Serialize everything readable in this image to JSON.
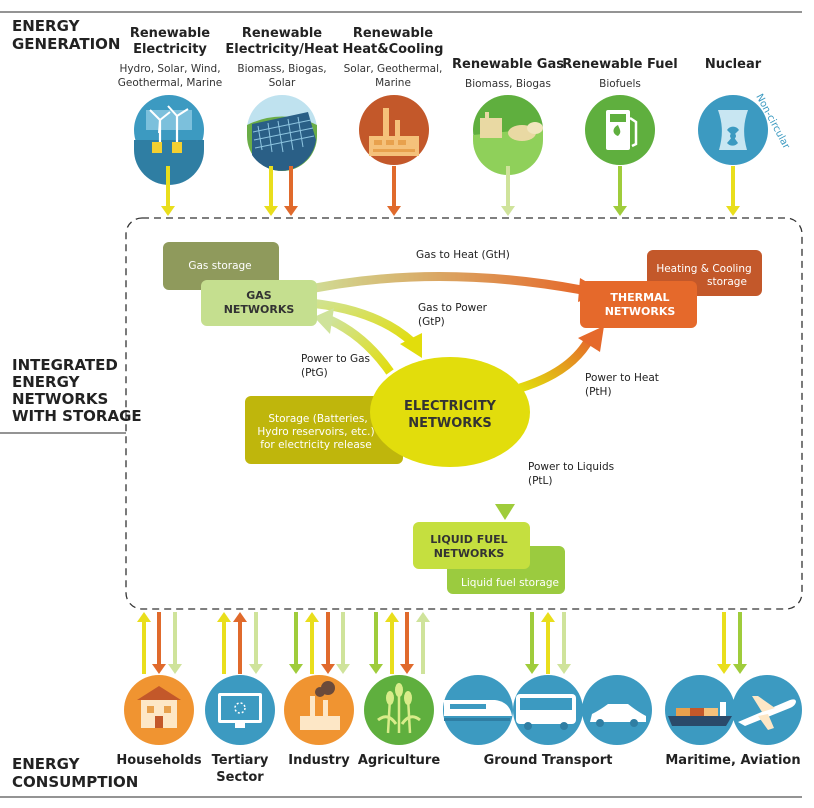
{
  "sections": {
    "generation": [
      "ENERGY",
      "GENERATION"
    ],
    "integrated": [
      "INTEGRATED",
      "ENERGY",
      "NETWORKS",
      "WITH STORAGE"
    ],
    "consumption": [
      "ENERGY",
      "CONSUMPTION"
    ]
  },
  "generation_sources": [
    {
      "title": [
        "Renewable",
        "Electricity"
      ],
      "sub": [
        "Hydro, Solar, Wind,",
        "Geothermal, Marine"
      ]
    },
    {
      "title": [
        "Renewable",
        "Electricity/Heat"
      ],
      "sub": [
        "Biomass, Biogas,",
        "Solar"
      ]
    },
    {
      "title": [
        "Renewable",
        "Heat&Cooling"
      ],
      "sub": [
        "Solar, Geothermal,",
        "Marine"
      ]
    },
    {
      "title": [
        "Renewable Gas"
      ],
      "sub": [
        "Biomass, Biogas"
      ]
    },
    {
      "title": [
        "Renewable Fuel"
      ],
      "sub": [
        "Biofuels"
      ]
    },
    {
      "title": [
        "Nuclear"
      ],
      "sub": [],
      "badge": "Non-circular"
    }
  ],
  "storage": {
    "gas": "Gas storage",
    "heating": [
      "Heating & Cooling",
      "storage"
    ],
    "electricity": [
      "Storage (Batteries,",
      "Hydro reservoirs, etc.)",
      "for electricity release"
    ],
    "liquid": "Liquid fuel storage"
  },
  "networks": {
    "gas": [
      "GAS",
      "NETWORKS"
    ],
    "thermal": [
      "THERMAL",
      "NETWORKS"
    ],
    "electricity": [
      "ELECTRICITY",
      "NETWORKS"
    ],
    "liquid": [
      "LIQUID FUEL",
      "NETWORKS"
    ]
  },
  "conversions": {
    "gth": [
      "Gas to Heat (GtH)"
    ],
    "gtp": [
      "Gas to Power",
      "(GtP)"
    ],
    "ptg": [
      "Power to Gas",
      "(PtG)"
    ],
    "pth": [
      "Power to Heat",
      "(PtH)"
    ],
    "ptl": [
      "Power to Liquids",
      "(PtL)"
    ]
  },
  "consumption_sectors": [
    {
      "label": [
        "Households"
      ]
    },
    {
      "label": [
        "Tertiary",
        "Sector"
      ]
    },
    {
      "label": [
        "Industry"
      ]
    },
    {
      "label": [
        "Agriculture"
      ]
    },
    {
      "label": [
        "Ground Transport"
      ]
    },
    {
      "label": [
        "Maritime, Aviation"
      ]
    }
  ],
  "colors": {
    "electricity": "#e2dd0c",
    "electricity_arrow": "#e9de1c",
    "gas": "#c5df8f",
    "gas_arrow": "#cfe39b",
    "gas_storage": "#8f9a5c",
    "thermal": "#e5692b",
    "heat_arrow": "#e06a2c",
    "thermal_storage": "#c3582a",
    "liquid": "#c5df3f",
    "liquid_storage": "#9bcb3f",
    "liquid_arrow": "#9fcc3b",
    "elec_storage": "#bfb60c",
    "ring_blue": "#3c9ac1",
    "ring_green": "#5faf3e",
    "ring_orange": "#f09431"
  }
}
